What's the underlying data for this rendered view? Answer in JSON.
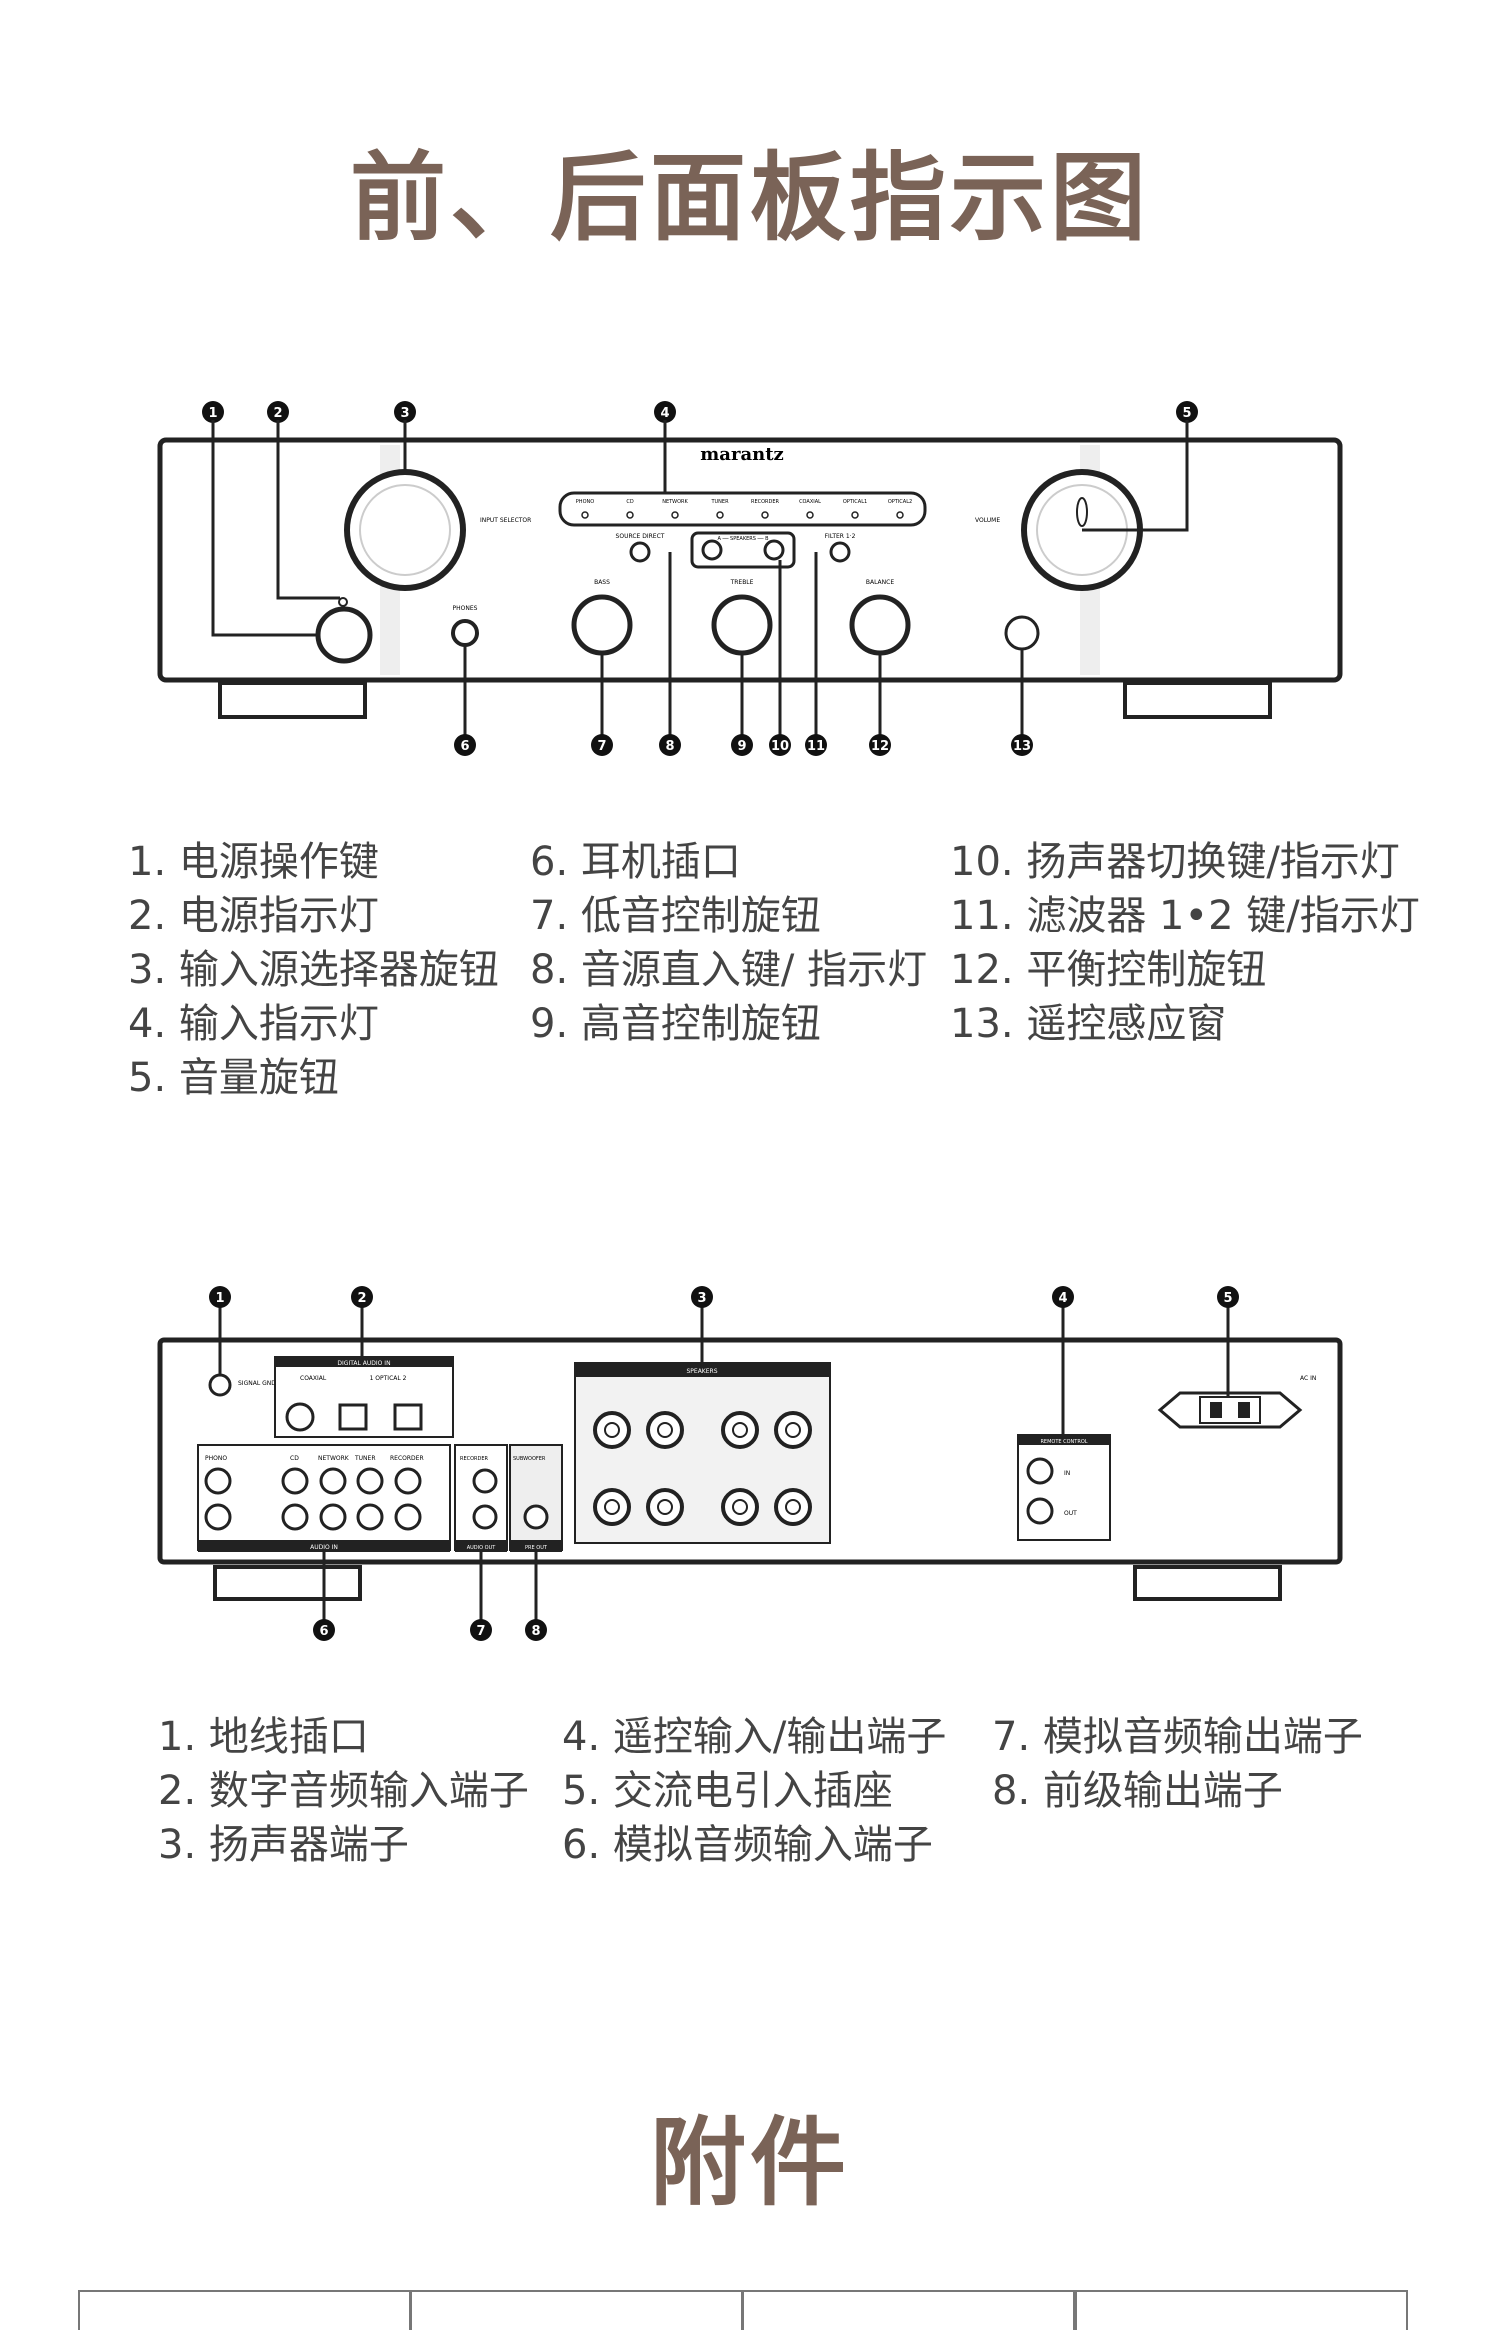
{
  "title": "前、后面板指示图",
  "accessories_title": "附件",
  "front": {
    "brand": "marantz",
    "labels": {
      "input_selector": "INPUT SELECTOR",
      "volume": "VOLUME",
      "phones": "PHONES",
      "source_direct": "SOURCE DIRECT",
      "speakers": "A ── SPEAKERS ── B",
      "filter": "FILTER 1·2",
      "bass": "BASS",
      "treble": "TREBLE",
      "balance": "BALANCE"
    },
    "inputs": [
      "PHONO",
      "CD",
      "NETWORK",
      "TUNER",
      "RECORDER",
      "COAXIAL",
      "OPTICAL1",
      "OPTICAL2"
    ],
    "callouts_top": [
      "1",
      "2",
      "3",
      "4",
      "5"
    ],
    "callouts_bottom": [
      "6",
      "7",
      "8",
      "9",
      "10",
      "11",
      "12",
      "13"
    ],
    "legend": [
      [
        "1. 电源操作键",
        "2. 电源指示灯",
        "3. 输入源选择器旋钮",
        "4. 输入指示灯",
        "5. 音量旋钮"
      ],
      [
        "6. 耳机插口",
        "7. 低音控制旋钮",
        "8. 音源直入键/ 指示灯",
        "9. 高音控制旋钮"
      ],
      [
        "10. 扬声器切换键/指示灯",
        "11. 滤波器 1•2 键/指示灯",
        "12. 平衡控制旋钮",
        "13. 遥控感应窗"
      ]
    ]
  },
  "rear": {
    "labels": {
      "signal_gnd": "SIGNAL GND",
      "digital_audio_in": "DIGITAL AUDIO IN",
      "coaxial": "COAXIAL",
      "optical": "1   OPTICAL   2",
      "speakers": "SPEAKERS",
      "remote_control": "REMOTE CONTROL",
      "in": "IN",
      "out": "OUT",
      "ac_in": "AC IN",
      "audio_in": "AUDIO IN",
      "audio_out": "AUDIO OUT",
      "pre_out": "PRE OUT",
      "phono": "PHONO",
      "cd": "CD",
      "network": "NETWORK",
      "tuner": "TUNER",
      "recorder": "RECORDER",
      "subwoofer": "SUBWOOFER"
    },
    "callouts_top": [
      "1",
      "2",
      "3",
      "4",
      "5"
    ],
    "callouts_bottom": [
      "6",
      "7",
      "8"
    ],
    "legend": [
      [
        "1. 地线插口",
        "2. 数字音频输入端子",
        "3. 扬声器端子"
      ],
      [
        "4. 遥控输入/输出端子",
        "5. 交流电引入插座",
        "6. 模拟音频输入端子"
      ],
      [
        "7. 模拟音频输出端子",
        "8. 前级输出端子"
      ]
    ]
  }
}
